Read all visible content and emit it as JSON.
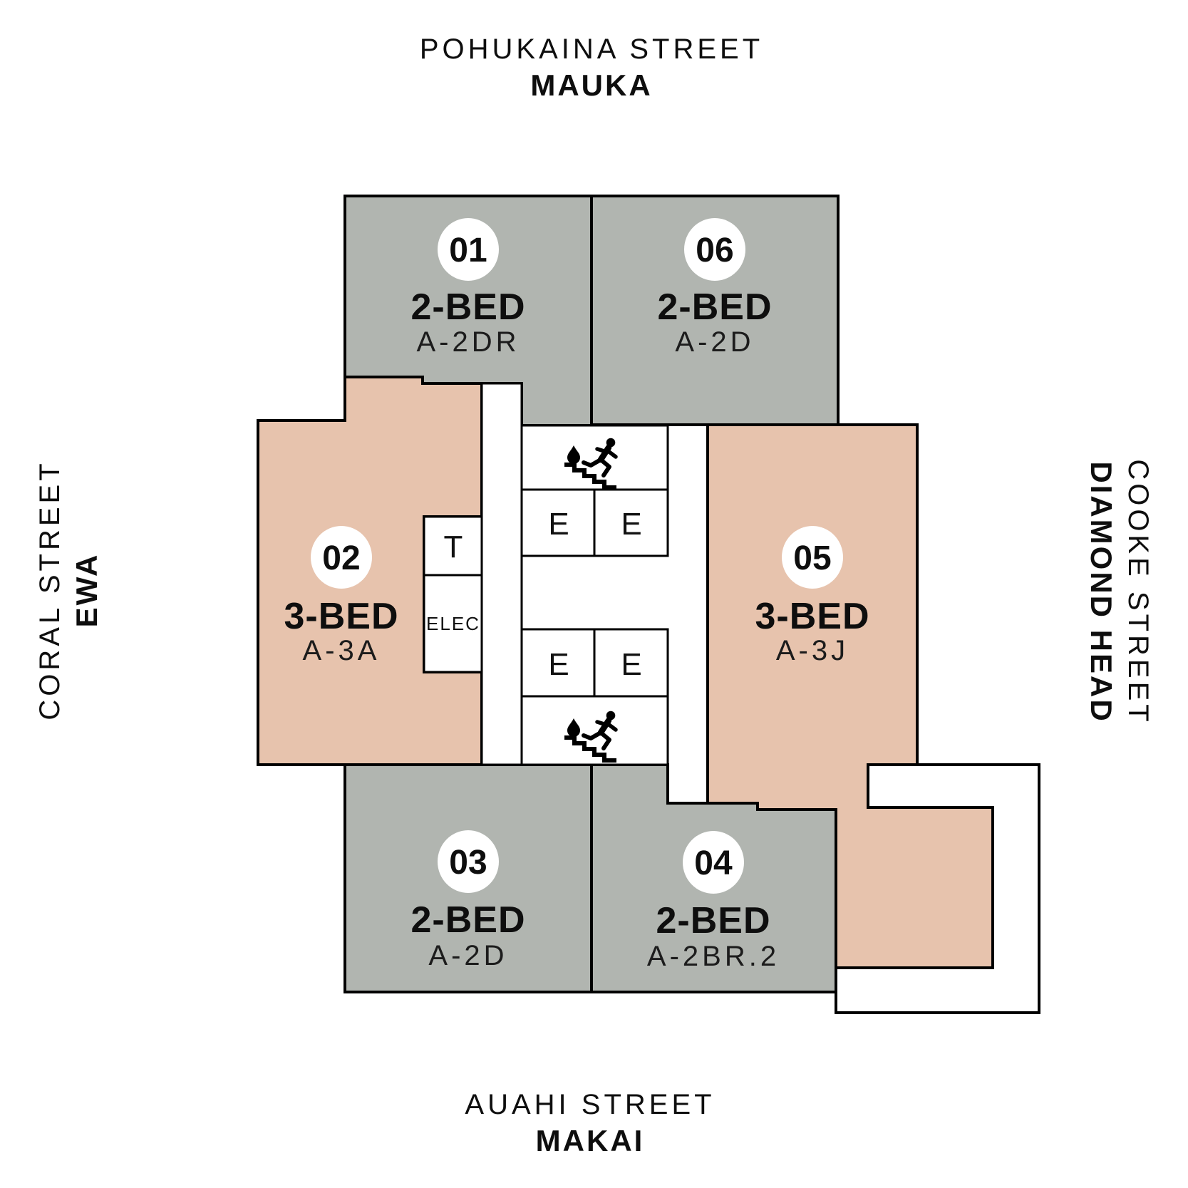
{
  "plan": {
    "title_context": "residential-floor-keyplan",
    "streets": {
      "top": {
        "name": "POHUKAINA STREET",
        "direction": "MAUKA"
      },
      "bottom": {
        "name": "AUAHI STREET",
        "direction": "MAKAI"
      },
      "left": {
        "name": "CORAL STREET",
        "direction": "EWA"
      },
      "right": {
        "name": "COOKE STREET",
        "direction": "DIAMOND HEAD"
      }
    },
    "units": [
      {
        "number": "01",
        "type": "2-BED",
        "plan_code": "A-2DR",
        "color_key": "gray"
      },
      {
        "number": "02",
        "type": "3-BED",
        "plan_code": "A-3A",
        "color_key": "pink"
      },
      {
        "number": "03",
        "type": "2-BED",
        "plan_code": "A-2D",
        "color_key": "gray"
      },
      {
        "number": "04",
        "type": "2-BED",
        "plan_code": "A-2BR.2",
        "color_key": "gray"
      },
      {
        "number": "05",
        "type": "3-BED",
        "plan_code": "A-3J",
        "color_key": "pink"
      },
      {
        "number": "06",
        "type": "2-BED",
        "plan_code": "A-2D",
        "color_key": "gray"
      }
    ],
    "core": {
      "elevator_label": "E",
      "trash_label": "T",
      "electrical_label": "ELEC",
      "stair_icon": "fire-exit-stairs-icon"
    },
    "colors": {
      "unit_gray": "#b1b5b0",
      "unit_pink": "#e7c3ad",
      "outline": "#000000",
      "background": "#ffffff",
      "label": "#111111"
    }
  }
}
